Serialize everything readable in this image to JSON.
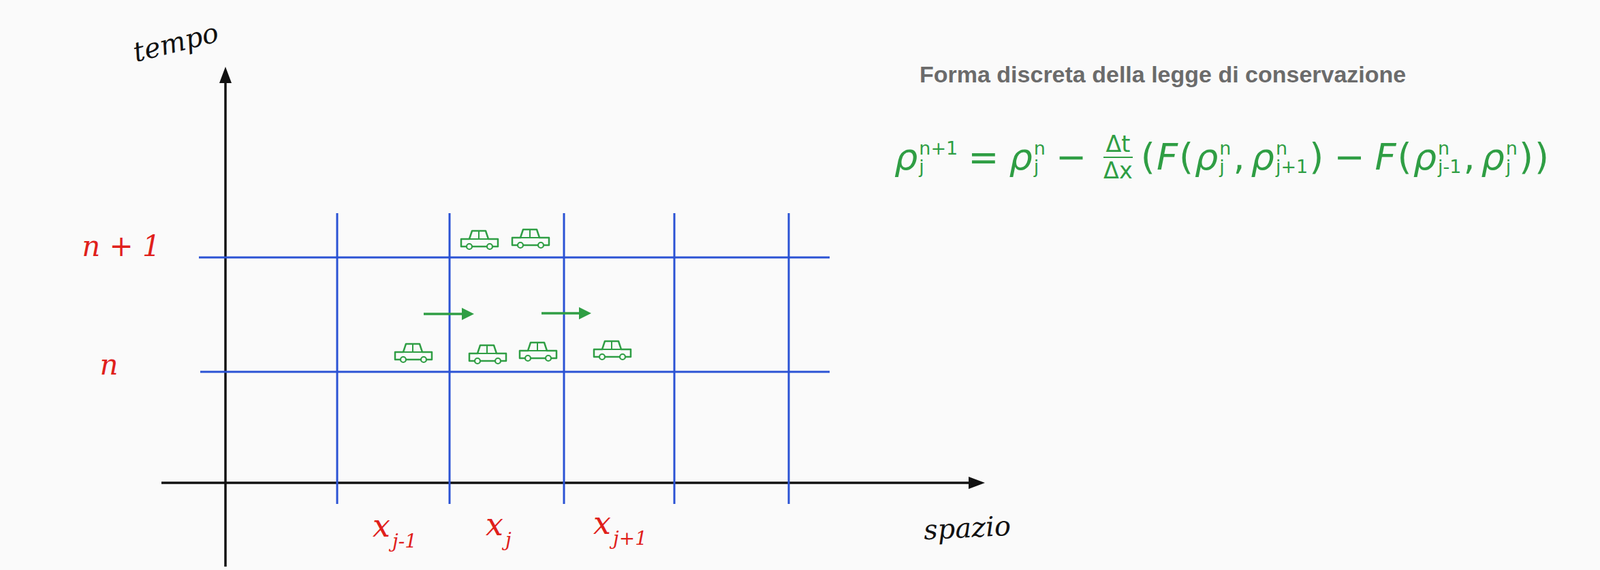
{
  "diagram": {
    "title": "Forma discreta della legge di conservazione",
    "labels": [
      "tempo",
      "n + 1",
      "n",
      "x",
      "j-1",
      "x",
      "j",
      "x",
      "j+1",
      "spazio",
      "ρ",
      "n+1",
      "j",
      "=",
      "ρ",
      "n",
      "j",
      "−",
      "Δt",
      "Δx",
      "(",
      "F",
      "(",
      "ρ",
      "n",
      "j",
      ",",
      "ρ",
      "n",
      "j+1",
      ")",
      "−",
      "F",
      "(",
      "ρ",
      "n",
      "j-1",
      ",",
      "ρ",
      "n",
      "j",
      ")",
      ")"
    ]
  }
}
